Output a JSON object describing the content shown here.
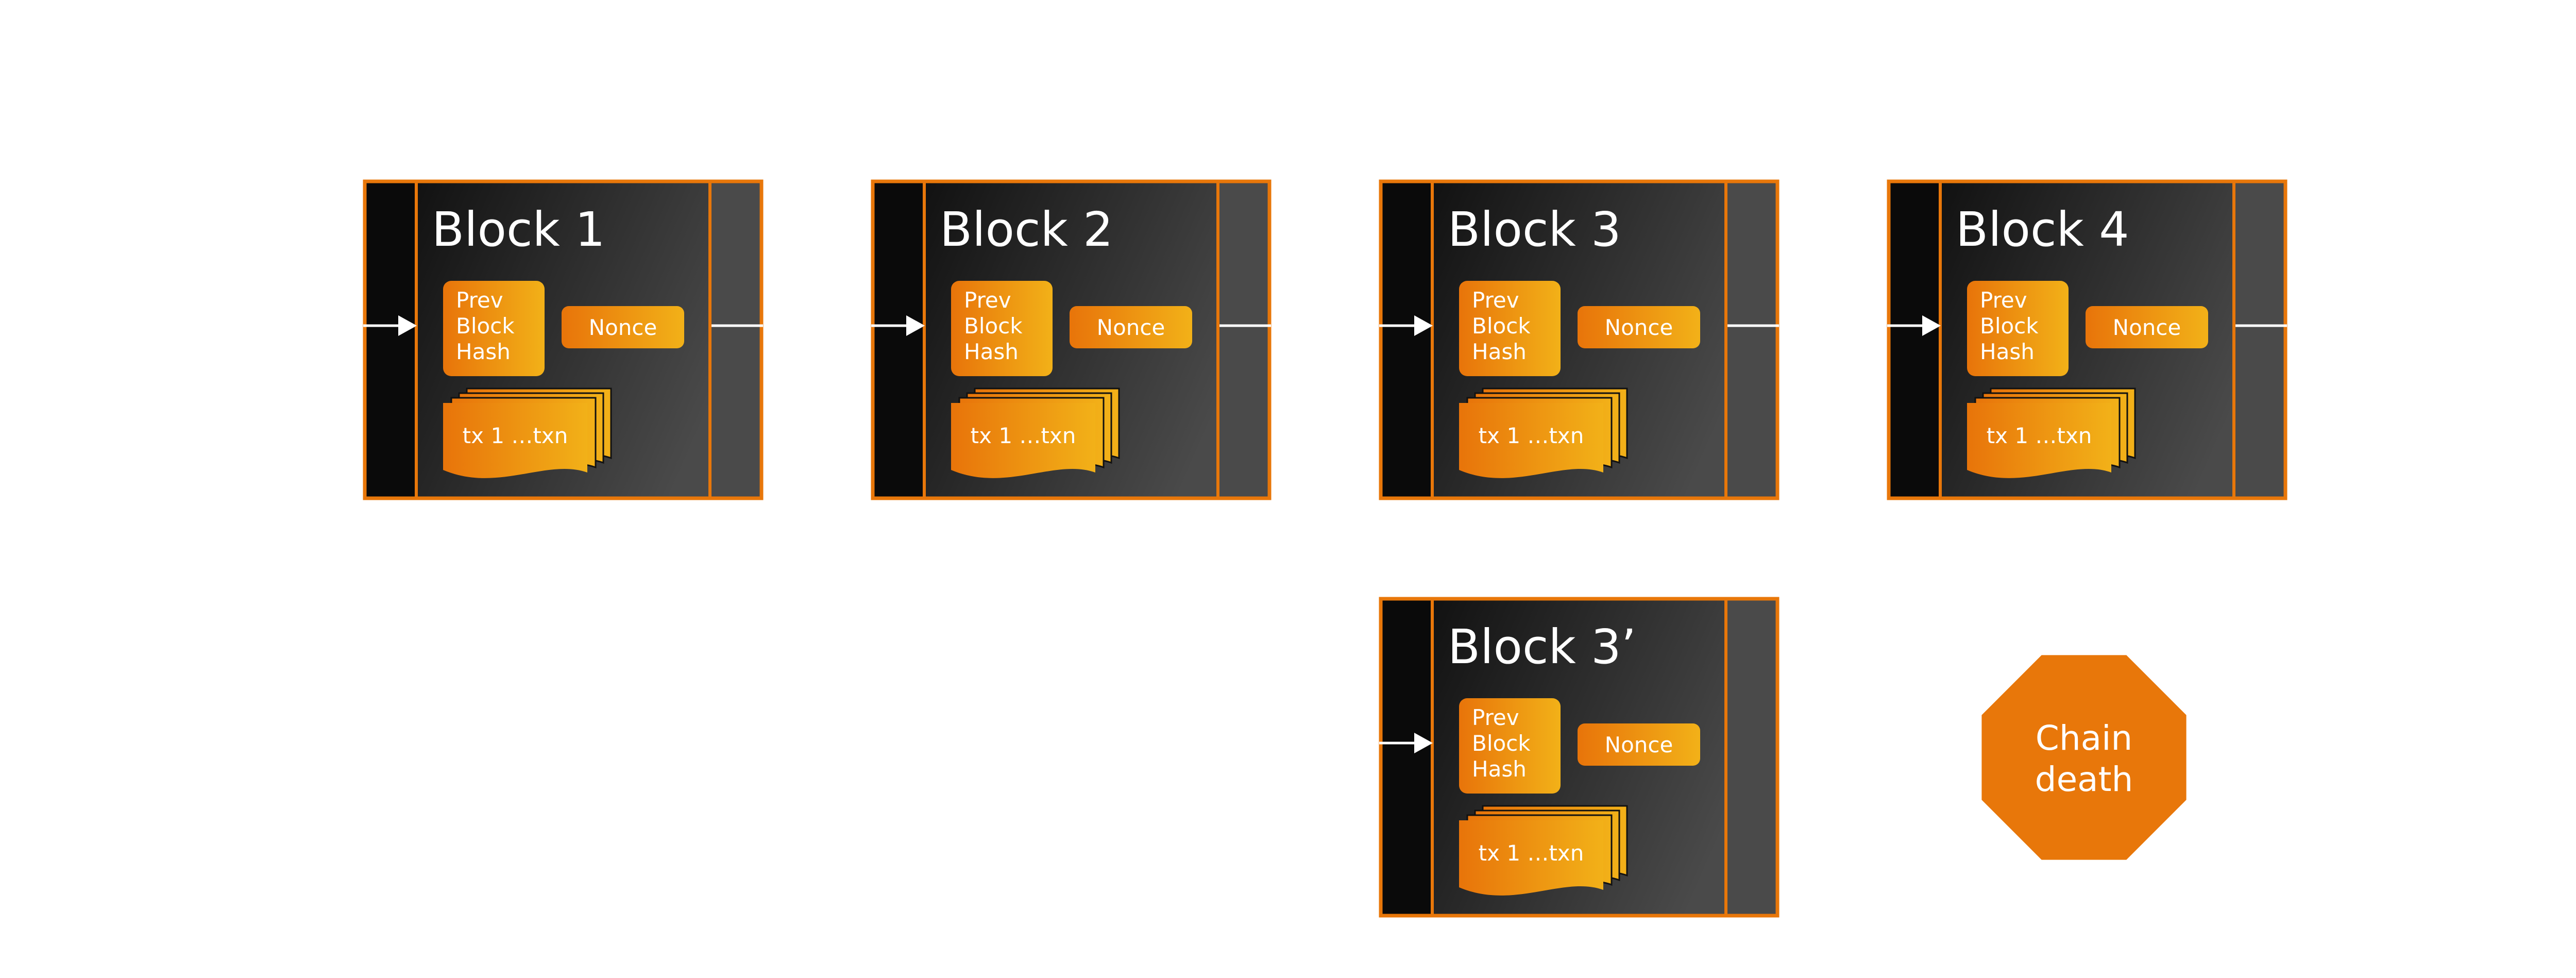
{
  "colors": {
    "background": "#ffffff",
    "accent_orange": "#e8770a",
    "accent_yellow": "#f2b118",
    "block_dark": "#0a0a0a",
    "block_gradient_end": "#4a4a4a",
    "text": "#ffffff"
  },
  "blocks": [
    {
      "id": "block-1",
      "title": "Block 1",
      "prev_hash": [
        "Prev",
        "Block",
        "Hash"
      ],
      "nonce": "Nonce",
      "tx": "tx 1 …txn",
      "outgoing_link": true
    },
    {
      "id": "block-2",
      "title": "Block 2",
      "prev_hash": [
        "Prev",
        "Block",
        "Hash"
      ],
      "nonce": "Nonce",
      "tx": "tx 1 …txn",
      "outgoing_link": true
    },
    {
      "id": "block-3",
      "title": "Block 3",
      "prev_hash": [
        "Prev",
        "Block",
        "Hash"
      ],
      "nonce": "Nonce",
      "tx": "tx 1 …txn",
      "outgoing_link": true
    },
    {
      "id": "block-4",
      "title": "Block 4",
      "prev_hash": [
        "Prev",
        "Block",
        "Hash"
      ],
      "nonce": "Nonce",
      "tx": "tx 1 …txn",
      "outgoing_link": true
    },
    {
      "id": "block-3-prime",
      "title": "Block 3’",
      "prev_hash": [
        "Prev",
        "Block",
        "Hash"
      ],
      "nonce": "Nonce",
      "tx": "tx 1 …txn",
      "outgoing_link": false
    }
  ],
  "chain_death": {
    "lines": [
      "Chain",
      "death"
    ],
    "shape": "octagon",
    "color": "#e8770a"
  }
}
